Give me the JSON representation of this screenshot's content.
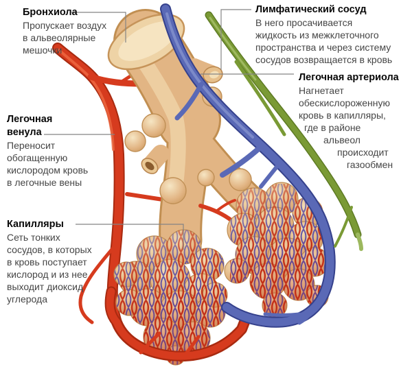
{
  "figure": {
    "type": "anatomical-diagram",
    "subject": "bronchiole-alveoli-vessels",
    "background": "#ffffff"
  },
  "colors": {
    "venule_red": "#d63b1e",
    "arteriole_blue": "#5a69b6",
    "lymphatic_green": "#7a9a35",
    "bronchiole_tan": "#e2b584",
    "mesh_red": "#c23119",
    "mesh_purple": "#5a4da5",
    "leader_gray": "#848484",
    "title_text": "#070707",
    "body_text": "#454545"
  },
  "labels": {
    "bronchiole": {
      "title": "Бронхиола",
      "lines": [
        "Пропускает воздух",
        "в альвеолярные",
        "мешочки"
      ]
    },
    "lymphatic": {
      "title": "Лимфатический сосуд",
      "lines": [
        "В него просачивается",
        "жидкость из межклеточного",
        "пространства и через систему",
        "сосудов возвращается в кровь"
      ]
    },
    "arteriole": {
      "title": "Легочная артериола",
      "lines": [
        "Нагнетает",
        "обескислороженную",
        "кровь в капилляры,",
        "где в районе",
        "альвеол",
        "происходит",
        "газообмен"
      ]
    },
    "venule": {
      "title_lines": [
        "Легочная",
        "венула"
      ],
      "lines": [
        "Переносит",
        "обогащенную",
        "кислородом кровь",
        "в легочные вены"
      ]
    },
    "capillaries": {
      "title": "Капилляры",
      "lines": [
        "Сеть тонких",
        "сосудов, в которых",
        "в кровь поступает",
        "кислород и из нее",
        "выходит диоксид",
        "углерода"
      ]
    }
  }
}
